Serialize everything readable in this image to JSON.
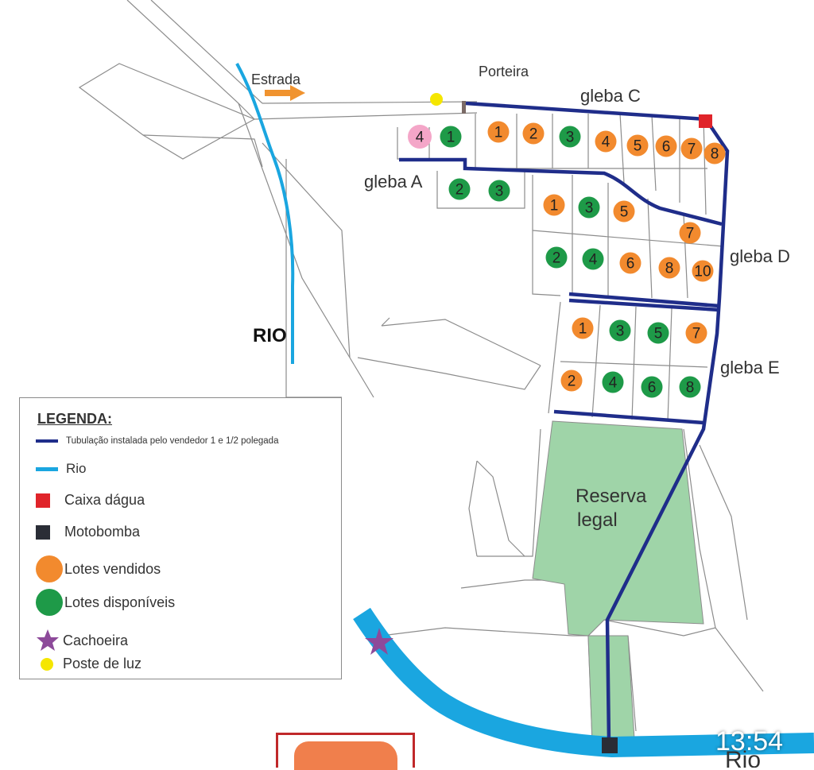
{
  "labels": {
    "estrada": "Estrada",
    "porteira": "Porteira",
    "rio_main": "RIO",
    "rio_bottom": "Rio",
    "gleba_a": "gleba A",
    "gleba_c": "gleba C",
    "gleba_d": "gleba D",
    "gleba_e": "gleba E",
    "reserva_line1": "Reserva",
    "reserva_line2": "legal"
  },
  "legend": {
    "title": "LEGENDA:",
    "items": [
      {
        "label": "Tubulação instalada pelo vendedor 1 e 1/2 polegada",
        "symbol": "pipe-line",
        "color": "#1f2d8a"
      },
      {
        "label": "Rio",
        "symbol": "river-line",
        "color": "#1aa6e0"
      },
      {
        "label": "Caixa dágua",
        "symbol": "red-square",
        "color": "#e0242a"
      },
      {
        "label": "Motobomba",
        "symbol": "dark-square",
        "color": "#2a2d36"
      },
      {
        "label": "Lotes vendidos",
        "symbol": "orange-circle",
        "color": "#f28a2e"
      },
      {
        "label": "Lotes disponíveis",
        "symbol": "green-circle",
        "color": "#1e9a48"
      },
      {
        "label": "Cachoeira",
        "symbol": "star",
        "color": "#8d4a9a"
      },
      {
        "label": "Poste de luz",
        "symbol": "yellow-circle",
        "color": "#f5e600"
      }
    ]
  },
  "lots": {
    "gleba_a": [
      {
        "n": "4",
        "status": "other"
      },
      {
        "n": "1",
        "status": "available"
      },
      {
        "n": "2",
        "status": "available"
      },
      {
        "n": "3",
        "status": "available"
      }
    ],
    "gleba_c": [
      {
        "n": "1",
        "status": "sold"
      },
      {
        "n": "2",
        "status": "sold"
      },
      {
        "n": "3",
        "status": "available"
      },
      {
        "n": "4",
        "status": "sold"
      },
      {
        "n": "5",
        "status": "sold"
      },
      {
        "n": "6",
        "status": "sold"
      },
      {
        "n": "7",
        "status": "sold"
      },
      {
        "n": "8",
        "status": "sold"
      }
    ],
    "gleba_d": [
      {
        "n": "1",
        "status": "sold"
      },
      {
        "n": "3",
        "status": "available"
      },
      {
        "n": "5",
        "status": "sold"
      },
      {
        "n": "7",
        "status": "sold"
      },
      {
        "n": "2",
        "status": "available"
      },
      {
        "n": "4",
        "status": "available"
      },
      {
        "n": "6",
        "status": "sold"
      },
      {
        "n": "8",
        "status": "sold"
      },
      {
        "n": "10",
        "status": "sold"
      }
    ],
    "gleba_e": [
      {
        "n": "1",
        "status": "sold"
      },
      {
        "n": "3",
        "status": "available"
      },
      {
        "n": "5",
        "status": "available"
      },
      {
        "n": "7",
        "status": "sold"
      },
      {
        "n": "2",
        "status": "sold"
      },
      {
        "n": "4",
        "status": "available"
      },
      {
        "n": "6",
        "status": "available"
      },
      {
        "n": "8",
        "status": "available"
      }
    ]
  },
  "colors": {
    "sold": "#f28a2e",
    "available": "#1e9a48",
    "other": "#f4a6c8",
    "pipe": "#1f2d8a",
    "river": "#1aa6e0",
    "reserve": "#9fd4a8",
    "arrow": "#f0932f"
  },
  "status_bar": {
    "time": "13:54"
  }
}
